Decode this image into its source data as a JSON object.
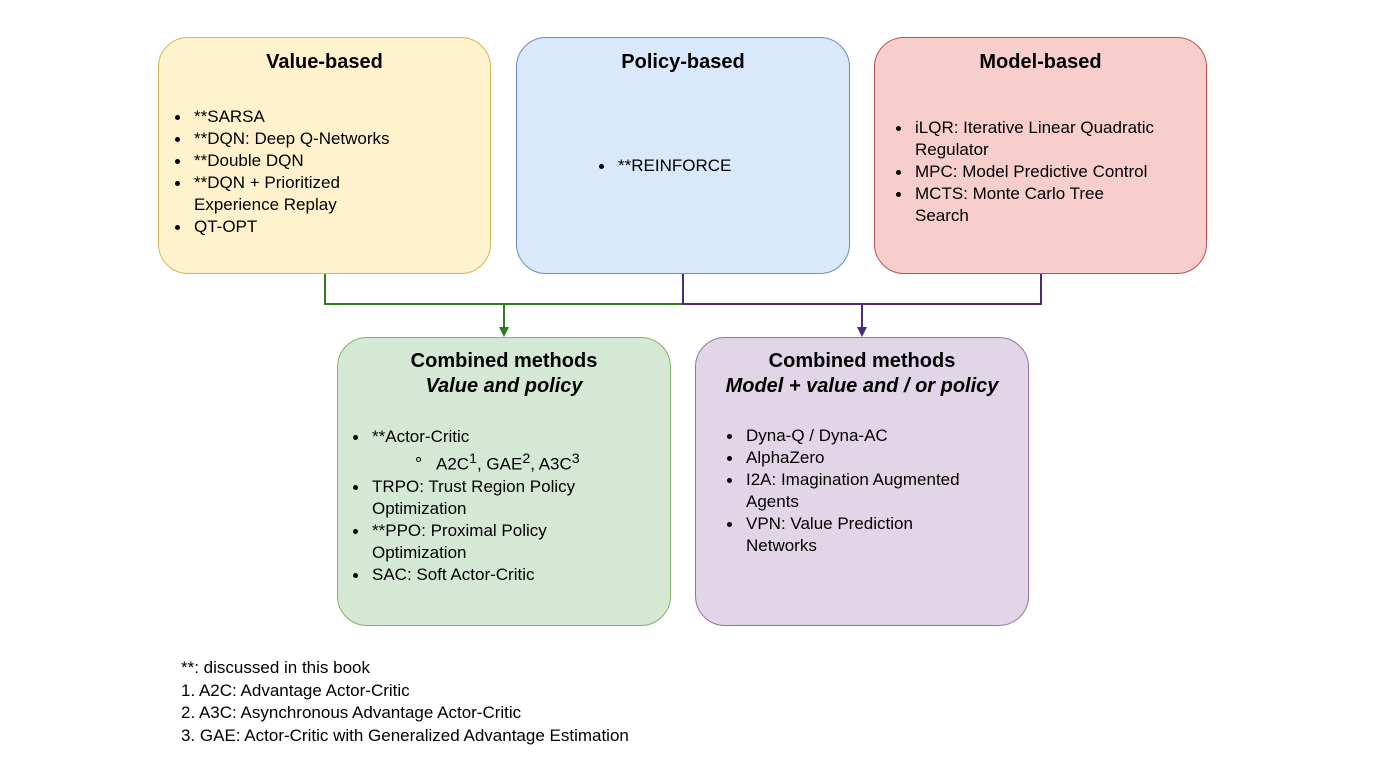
{
  "colors": {
    "value_fill": "#fff2cc",
    "value_border": "#d6b656",
    "policy_fill": "#dae8fc",
    "policy_border": "#6c8ebf",
    "model_fill": "#f8cecc",
    "model_border": "#b85450",
    "combined_vp_fill": "#d5e8d4",
    "combined_vp_border": "#82b366",
    "combined_m_fill": "#e1d5e7",
    "combined_m_border": "#9673a6",
    "green_arrow": "#2d7d1e",
    "purple_arrow": "#4b2a7b"
  },
  "boxes": {
    "value_based": {
      "title": "Value-based",
      "items": [
        "**SARSA",
        "**DQN: Deep Q-Networks",
        "**Double DQN",
        "**DQN + Prioritized",
        "Experience Replay",
        "QT-OPT"
      ]
    },
    "policy_based": {
      "title": "Policy-based",
      "items": [
        "**REINFORCE"
      ]
    },
    "model_based": {
      "title": "Model-based",
      "items": [
        "iLQR: Iterative Linear Quadratic",
        "Regulator",
        "MPC: Model Predictive Control",
        "MCTS: Monte Carlo Tree",
        "Search"
      ]
    },
    "combined_value_policy": {
      "title": "Combined methods",
      "subtitle": "Value and policy",
      "items": [
        "**Actor-Critic",
        "TRPO: Trust Region Policy",
        "Optimization",
        "**PPO: Proximal Policy",
        "Optimization",
        "SAC: Soft Actor-Critic"
      ],
      "sub_item": {
        "a2c": "A2C",
        "sup1": "1",
        "gae": ", GAE",
        "sup2": "2",
        "a3c": ", A3C",
        "sup3": "3"
      }
    },
    "combined_model": {
      "title": "Combined methods",
      "subtitle": "Model + value and / or policy",
      "items": [
        "Dyna-Q / Dyna-AC",
        "AlphaZero",
        "I2A: Imagination Augmented",
        "Agents",
        "VPN: Value Prediction",
        "Networks"
      ]
    }
  },
  "footnotes": [
    "**: discussed in this book",
    "1. A2C: Advantage Actor-Critic",
    "2. A3C: Asynchronous Advantage Actor-Critic",
    "3. GAE: Actor-Critic with Generalized Advantage Estimation"
  ]
}
